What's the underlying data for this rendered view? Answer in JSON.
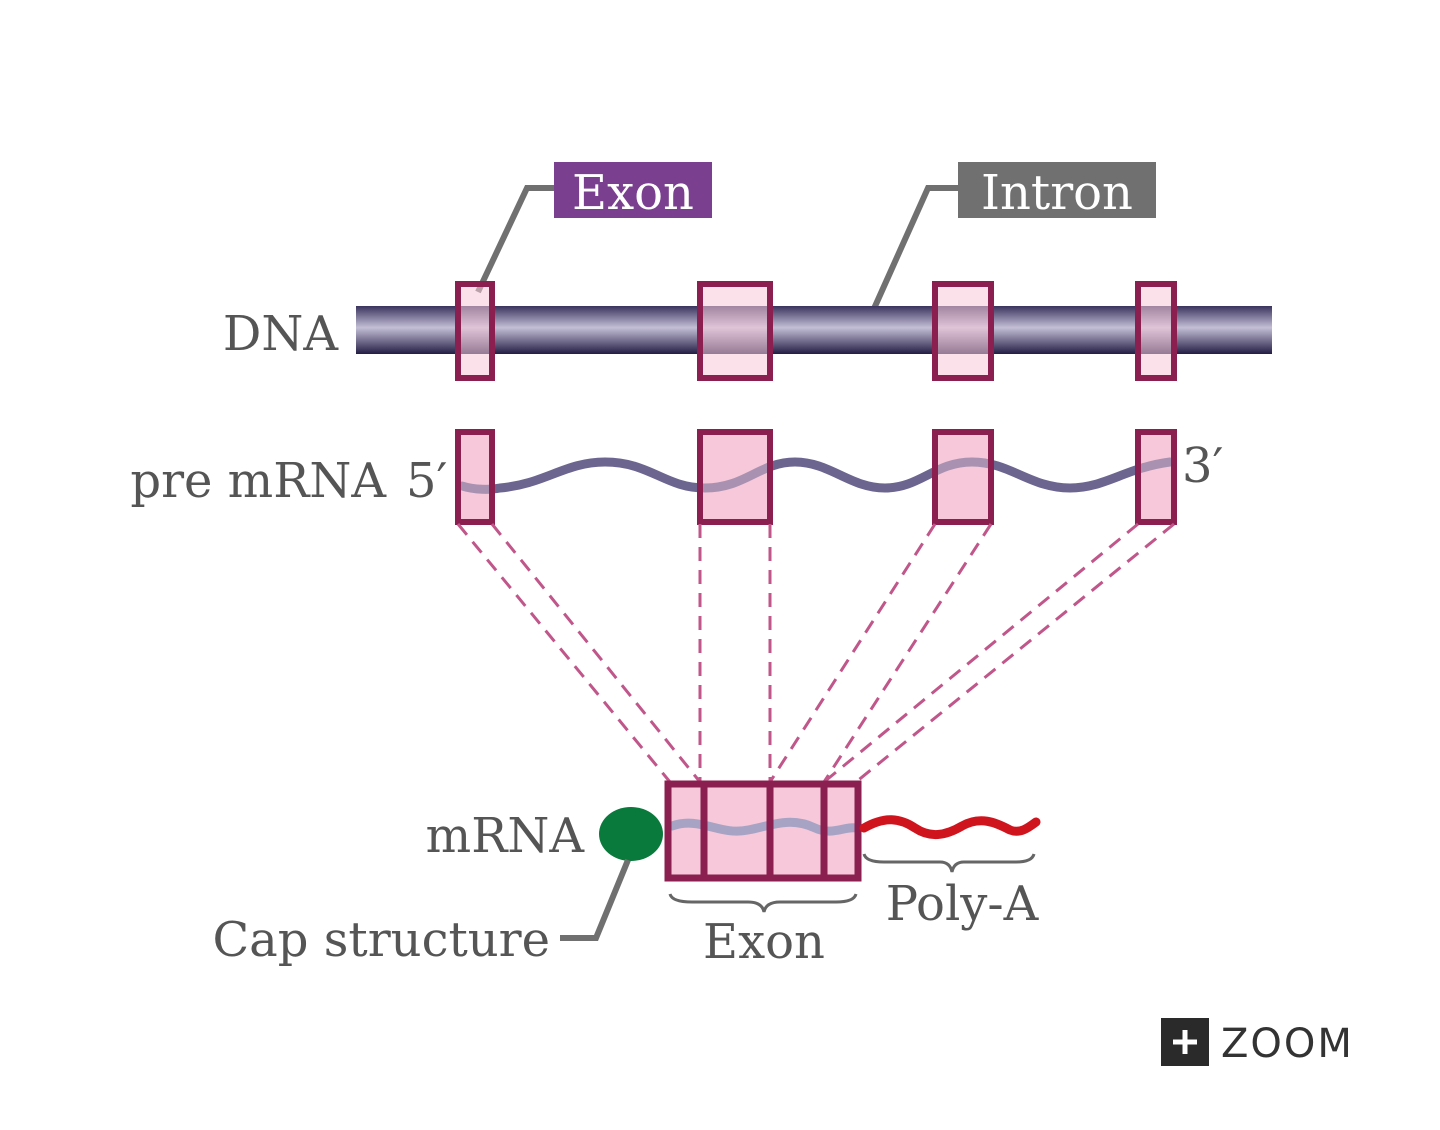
{
  "labels": {
    "exon_badge": "Exon",
    "intron_badge": "Intron",
    "dna": "DNA",
    "pre_mrna": "pre mRNA",
    "five_prime": "5′",
    "three_prime": "3′",
    "mrna": "mRNA",
    "cap_structure": "Cap structure",
    "exon_bracket": "Exon",
    "poly_a": "Poly-A"
  },
  "zoom": {
    "icon": "plus-icon",
    "label": "ZOOM"
  },
  "colors": {
    "exon_badge": "#7a3f8f",
    "intron_badge": "#707070",
    "exon_border": "#8b1f4f",
    "exon_fill": "#f6c8d9",
    "dna_strand": "#3b3460",
    "mrna_strand": "#6b6590",
    "cap": "#0a7a3c",
    "poly_a_tail": "#d0141e",
    "leader_line": "#707070"
  }
}
